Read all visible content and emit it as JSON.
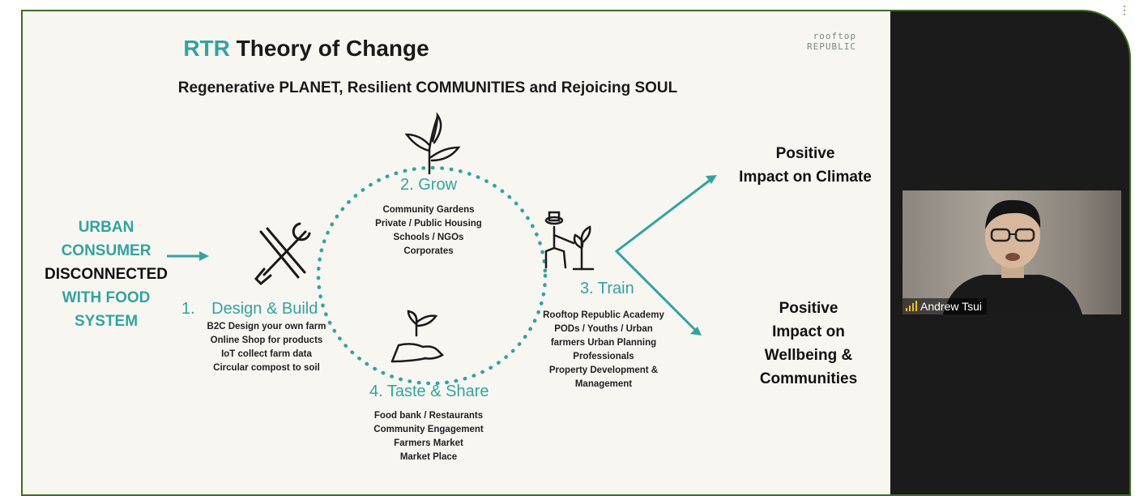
{
  "slide": {
    "title_accent": "RTR",
    "title_rest": " Theory of Change",
    "subtitle": "Regenerative PLANET, Resilient COMMUNITIES and Rejoicing SOUL",
    "logo_line1": "rooftop",
    "logo_line2": "REPUBLIC",
    "urban": {
      "line1": "URBAN",
      "line2": "CONSUMER",
      "line3": "DISCONNECTED",
      "line4": "WITH FOOD",
      "line5": "SYSTEM"
    },
    "step1": {
      "num": "1.",
      "title": "Design & Build",
      "items": [
        "B2C Design your own farm",
        "Online Shop for products",
        "IoT collect farm data",
        "Circular compost to soil"
      ]
    },
    "step2": {
      "title": "2. Grow",
      "items": [
        "Community Gardens",
        "Private / Public Housing",
        "Schools / NGOs",
        "Corporates"
      ]
    },
    "step3": {
      "title": "3. Train",
      "items": [
        "Rooftop Republic Academy",
        "PODs / Youths / Urban",
        "farmers  Urban Planning",
        "Professionals",
        "Property Development &",
        "Management"
      ]
    },
    "step4": {
      "title": "4. Taste & Share",
      "items": [
        "Food bank / Restaurants",
        "Community Engagement",
        "Farmers Market",
        "Market Place"
      ]
    },
    "impact1": {
      "line1": "Positive",
      "line2": "Impact on Climate"
    },
    "impact2": {
      "line1": "Positive",
      "line2": "Impact on",
      "line3": "Wellbeing &",
      "line4": "Communities"
    }
  },
  "video": {
    "participant_name": "Andrew Tsui"
  },
  "icons": [
    "wrench-screwdriver-icon",
    "plant-sprout-icon",
    "farmer-icon",
    "hand-seedling-icon",
    "signal-bars-icon"
  ],
  "colors": {
    "teal": "#2fa5a0",
    "frame_border": "#3d6e22",
    "background_dark": "#1b1b1b",
    "slide_bg": "#f8f6f1"
  }
}
